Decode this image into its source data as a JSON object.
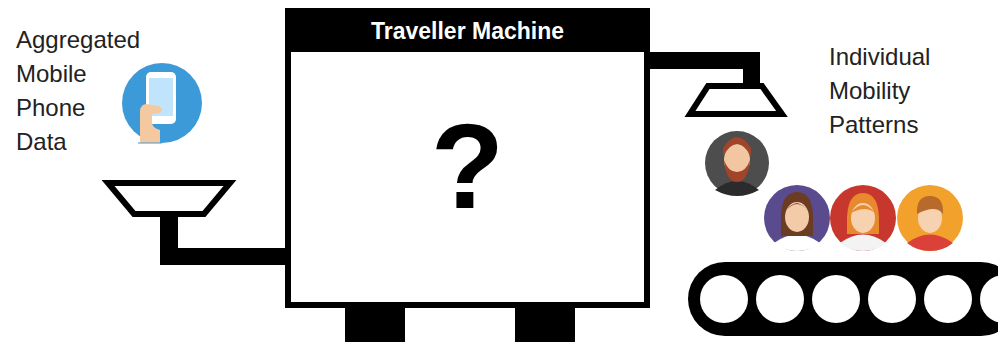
{
  "diagram": {
    "nodes": [
      {
        "text": [
          "Traveller Machine",
          "?"
        ]
      }
    ],
    "labels": [
      "Aggregated Mobile Phone Data",
      "Individual Mobility Patterns"
    ]
  }
}
